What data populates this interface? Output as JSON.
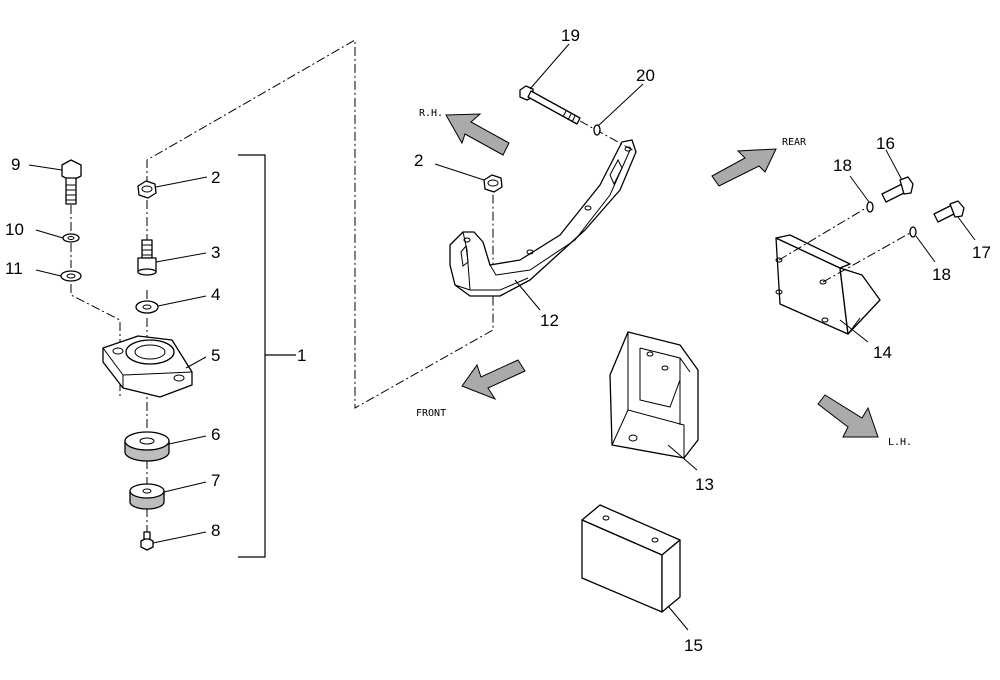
{
  "colors": {
    "ink": "#000000",
    "arrow_fill": "#aaaaaa",
    "shade": "#bdbdbd",
    "background": "#ffffff"
  },
  "directions": {
    "rh": "R.H.",
    "rear": "REAR",
    "front": "FRONT",
    "lh": "L.H."
  },
  "callouts": {
    "n1": "1",
    "n2a": "2",
    "n2b": "2",
    "n3": "3",
    "n4": "4",
    "n5": "5",
    "n6": "6",
    "n7": "7",
    "n8": "8",
    "n9": "9",
    "n10": "10",
    "n11": "11",
    "n12": "12",
    "n13": "13",
    "n14": "14",
    "n15": "15",
    "n16": "16",
    "n17": "17",
    "n18a": "18",
    "n18b": "18",
    "n19": "19",
    "n20": "20"
  },
  "parts": [
    "nut",
    "stud",
    "washer",
    "mount-base",
    "rubber-isolator",
    "rubber-bumper",
    "screw",
    "bolt",
    "lock-washer",
    "flat-washer",
    "bracket",
    "support-bracket",
    "angle-bracket",
    "block",
    "bolt",
    "cap-screw",
    "washer",
    "long-bolt",
    "washer"
  ]
}
